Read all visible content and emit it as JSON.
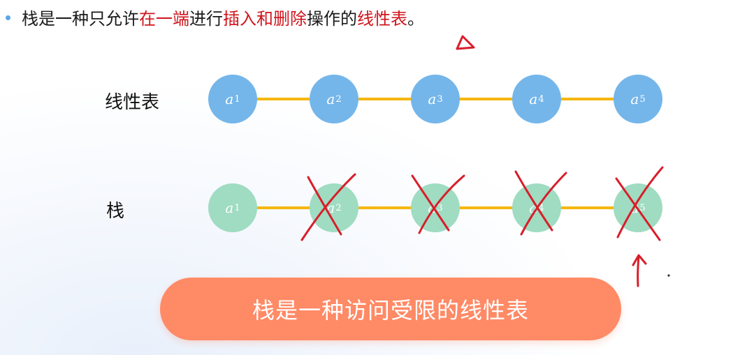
{
  "definition": {
    "segments": [
      {
        "text": "栈是一种只允许",
        "style": "normal"
      },
      {
        "text": "在一端",
        "style": "red"
      },
      {
        "text": "进行",
        "style": "normal"
      },
      {
        "text": "插入和删除",
        "style": "red"
      },
      {
        "text": "操作的",
        "style": "normal"
      },
      {
        "text": "线性表",
        "style": "red"
      },
      {
        "text": "。",
        "style": "normal"
      }
    ]
  },
  "linear_list": {
    "label": "线性表",
    "nodes": [
      {
        "var": "a",
        "sub": "1"
      },
      {
        "var": "a",
        "sub": "2"
      },
      {
        "var": "a",
        "sub": "3"
      },
      {
        "var": "a",
        "sub": "4"
      },
      {
        "var": "a",
        "sub": "5"
      }
    ]
  },
  "stack": {
    "label": "栈",
    "nodes": [
      {
        "var": "a",
        "sub": "1"
      },
      {
        "var": "a",
        "sub": "2"
      },
      {
        "var": "a",
        "sub": "3"
      },
      {
        "var": "a",
        "sub": "4"
      },
      {
        "var": "a",
        "sub": "5"
      }
    ]
  },
  "banner": {
    "text": "栈是一种访问受限的线性表"
  },
  "colors": {
    "red_text": "#d0141c",
    "linear_node": "#74b6ea",
    "stack_node": "#9fdcc2",
    "connector": "#f5b70f",
    "banner": "#ff8a66",
    "annotation": "#d81e2a"
  }
}
